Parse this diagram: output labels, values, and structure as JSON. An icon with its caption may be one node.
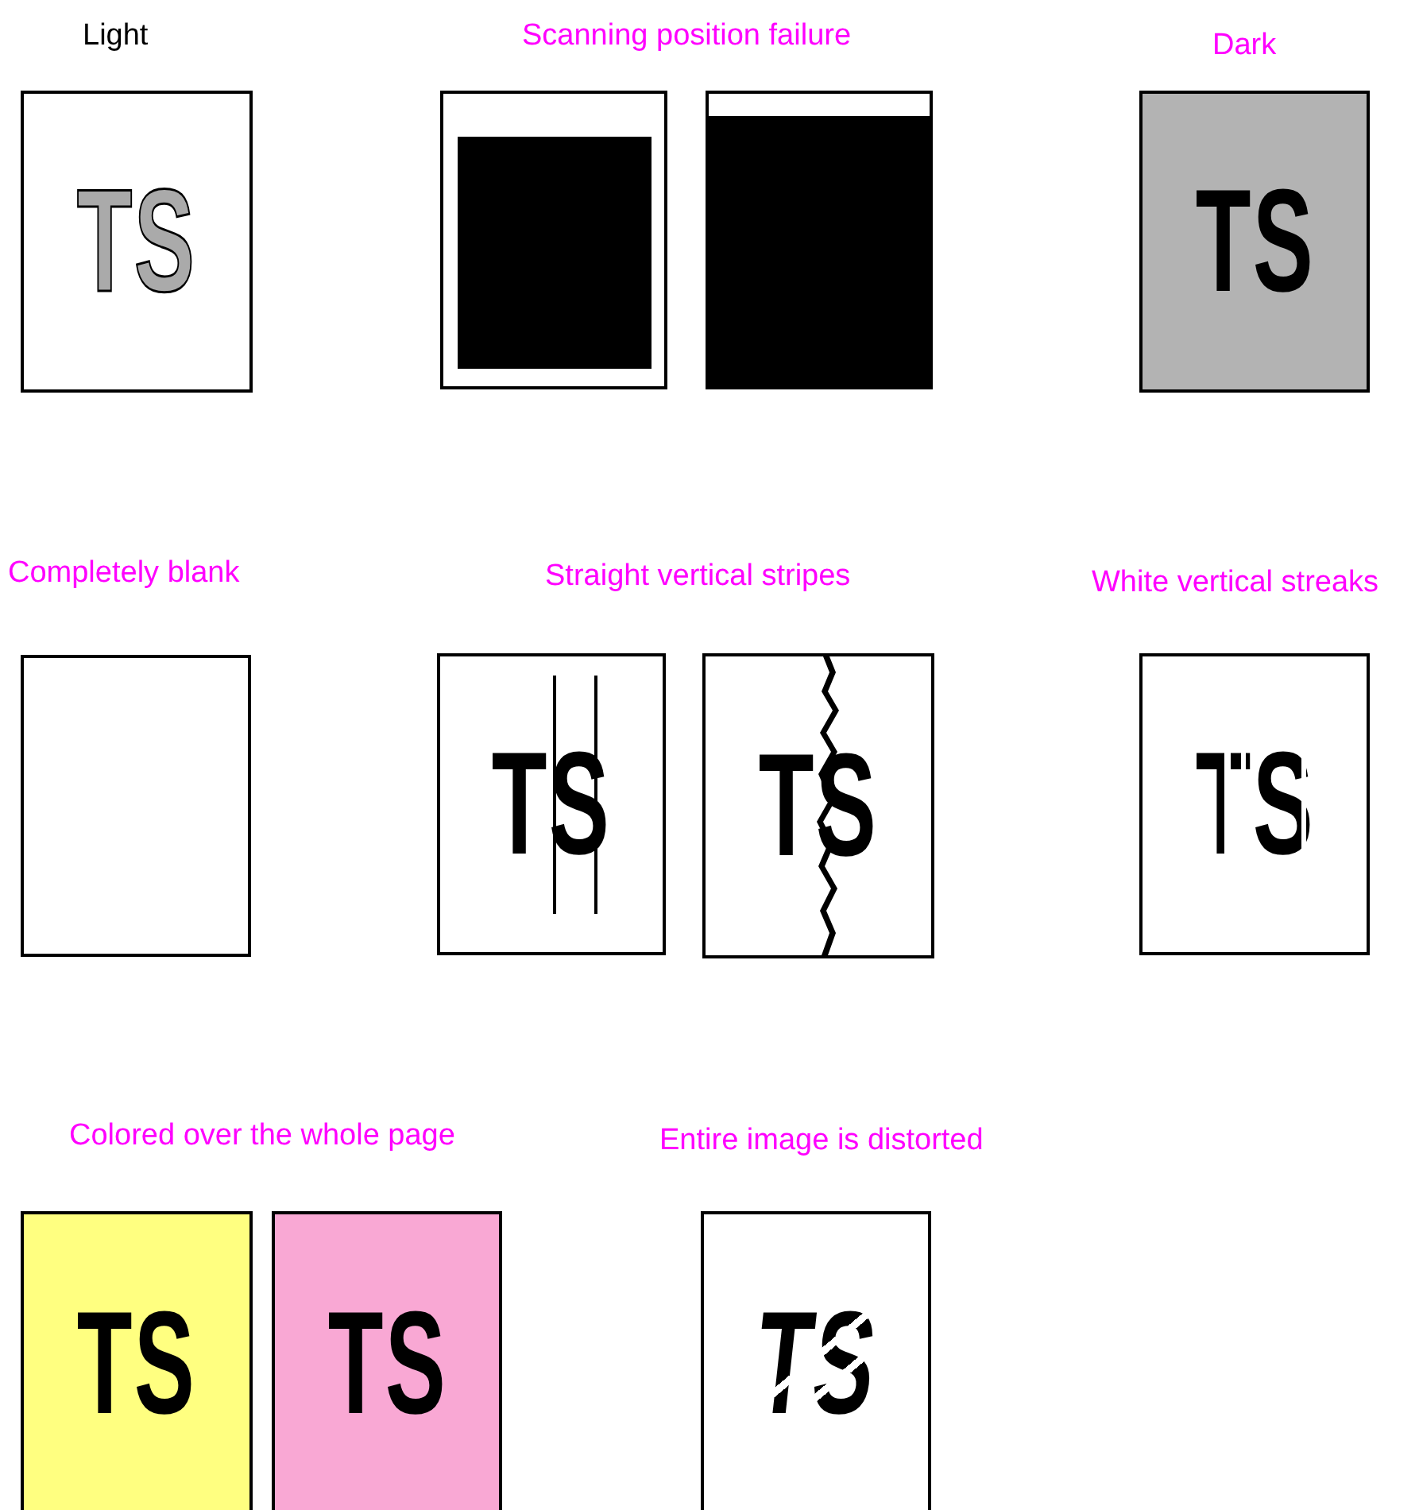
{
  "diagram": {
    "nodes": [
      {
        "text": [
          "TS"
        ],
        "beside": [
          "Light"
        ]
      },
      {
        "text": [],
        "shape": "box"
      },
      {
        "text": [],
        "shape": "box"
      },
      {
        "text": [
          "TS"
        ],
        "beside": [
          "Dark"
        ]
      },
      {
        "text": [],
        "shape": "box",
        "beside": [
          "Completely blank"
        ]
      },
      {
        "text": [
          "TS"
        ]
      },
      {
        "text": [
          "TS"
        ]
      },
      {
        "text": [
          "TS"
        ],
        "beside": [
          "White vertical streaks"
        ]
      },
      {
        "text": [
          "TS"
        ]
      },
      {
        "text": [
          "TS"
        ]
      },
      {
        "text": [
          "TS"
        ],
        "beside": [
          "Entire image is distorted"
        ]
      }
    ],
    "labels": [
      "Scanning position failure",
      "Straight vertical stripes",
      "Colored over the whole page"
    ]
  }
}
